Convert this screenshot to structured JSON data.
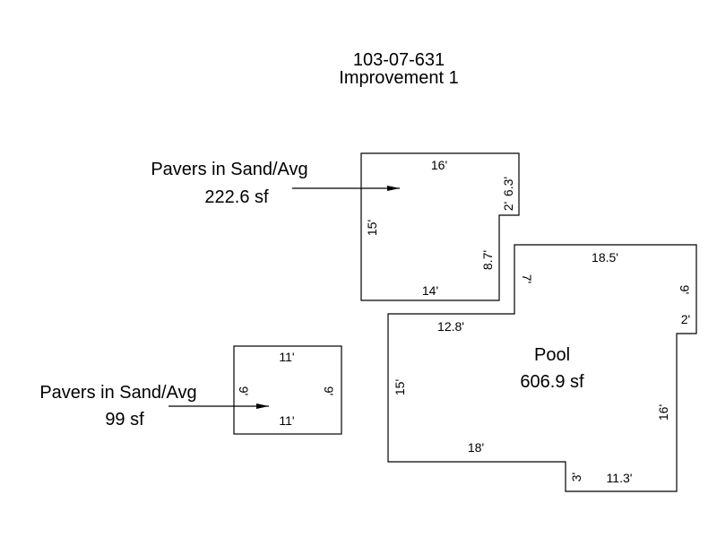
{
  "header": {
    "parcel_id": "103-07-631",
    "improvement": "Improvement 1"
  },
  "areas": [
    {
      "name": "pavers-top",
      "label": "Pavers in Sand/Avg",
      "area": "222.6 sf",
      "dimensions": {
        "top": "16'",
        "left": "15'",
        "bottom": "14'",
        "right_lower": "8.7'",
        "notch_horizontal": "2'",
        "right_upper": "6.3'"
      }
    },
    {
      "name": "pool",
      "label": "Pool",
      "area": "606.9 sf",
      "dimensions": {
        "top": "18.5'",
        "upper_left_vertical": "7'",
        "left_step": "12.8'",
        "left": "15'",
        "bottom_left": "18'",
        "bottom_step": "3'",
        "bottom_right": "11.3'",
        "right_lower": "16'",
        "right_step": "2'",
        "right_upper": "9'"
      }
    },
    {
      "name": "pavers-small",
      "label": "Pavers in Sand/Avg",
      "area": "99 sf",
      "dimensions": {
        "top": "11'",
        "bottom": "11'",
        "left": "9'",
        "right": "9'"
      }
    }
  ]
}
